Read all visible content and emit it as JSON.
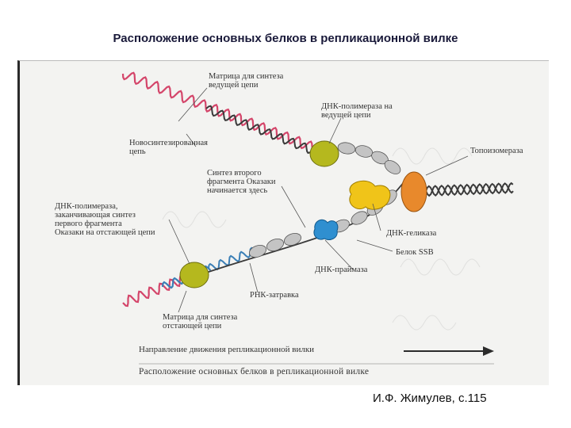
{
  "title": "Расположение основных белков в репликационной вилке",
  "credit": "И.Ф. Жимулев, с.115",
  "figure": {
    "labels": {
      "leading_template": "Матрица для синтеза\nведущей цепи",
      "dna_pol_leading": "ДНК-полимераза на\nведущей цепи",
      "new_strand": "Новосинтезированная\nцепь",
      "topoisomerase": "Топоизомераза",
      "second_okazaki": "Синтез второго\nфрагмента Оказаки\nначинается здесь",
      "dna_pol_lagging": "ДНК-полимераза,\nзаканчивающая синтез\nпервого фрагмента\nОказаки на отстающей цепи",
      "helicase": "ДНК-геликаза",
      "ssb": "Белок SSB",
      "primase": "ДНК-праймаза",
      "rna_primer": "РНК-затравка",
      "lagging_template": "Матрица для синтеза\nотстающей цепи",
      "direction": "Направление движения репликационной вилки",
      "caption": "Расположение основных белков в репликационной вилке"
    },
    "colors": {
      "dna_red": "#d4456a",
      "dna_blue": "#3b7fb6",
      "dna_dark": "#3a3a3a",
      "polymerase": "#b5b81e",
      "topoisomerase": "#e8892c",
      "helicase": "#f0c419",
      "primase": "#2f8fd0",
      "ssb": "#c4c4c4"
    }
  }
}
